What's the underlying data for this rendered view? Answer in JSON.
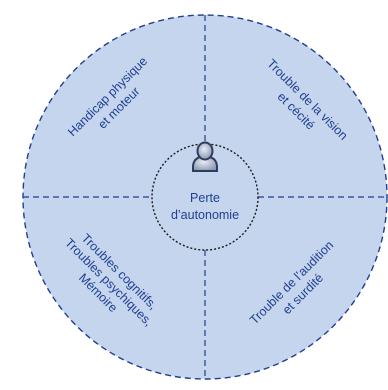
{
  "diagram": {
    "center": {
      "line1": "Perte",
      "line2": "d’autonomie",
      "icon": "person-icon"
    },
    "quadrants": {
      "top_left": {
        "lines": [
          "Handicap physique",
          "et moteur"
        ]
      },
      "top_right": {
        "lines": [
          "Trouble de la vision",
          "et cécité"
        ]
      },
      "bottom_left": {
        "lines": [
          "Troubles cognitifs,",
          "Troubles psychiques,",
          "Mémoire"
        ]
      },
      "bottom_right": {
        "lines": [
          "Trouble de l’audition",
          "et surdité"
        ]
      }
    },
    "colors": {
      "fill": "#c6d5ee",
      "outline": "#1f3f8f",
      "center_fill": "#c6d5ee",
      "text": "#1f3f8f"
    }
  }
}
